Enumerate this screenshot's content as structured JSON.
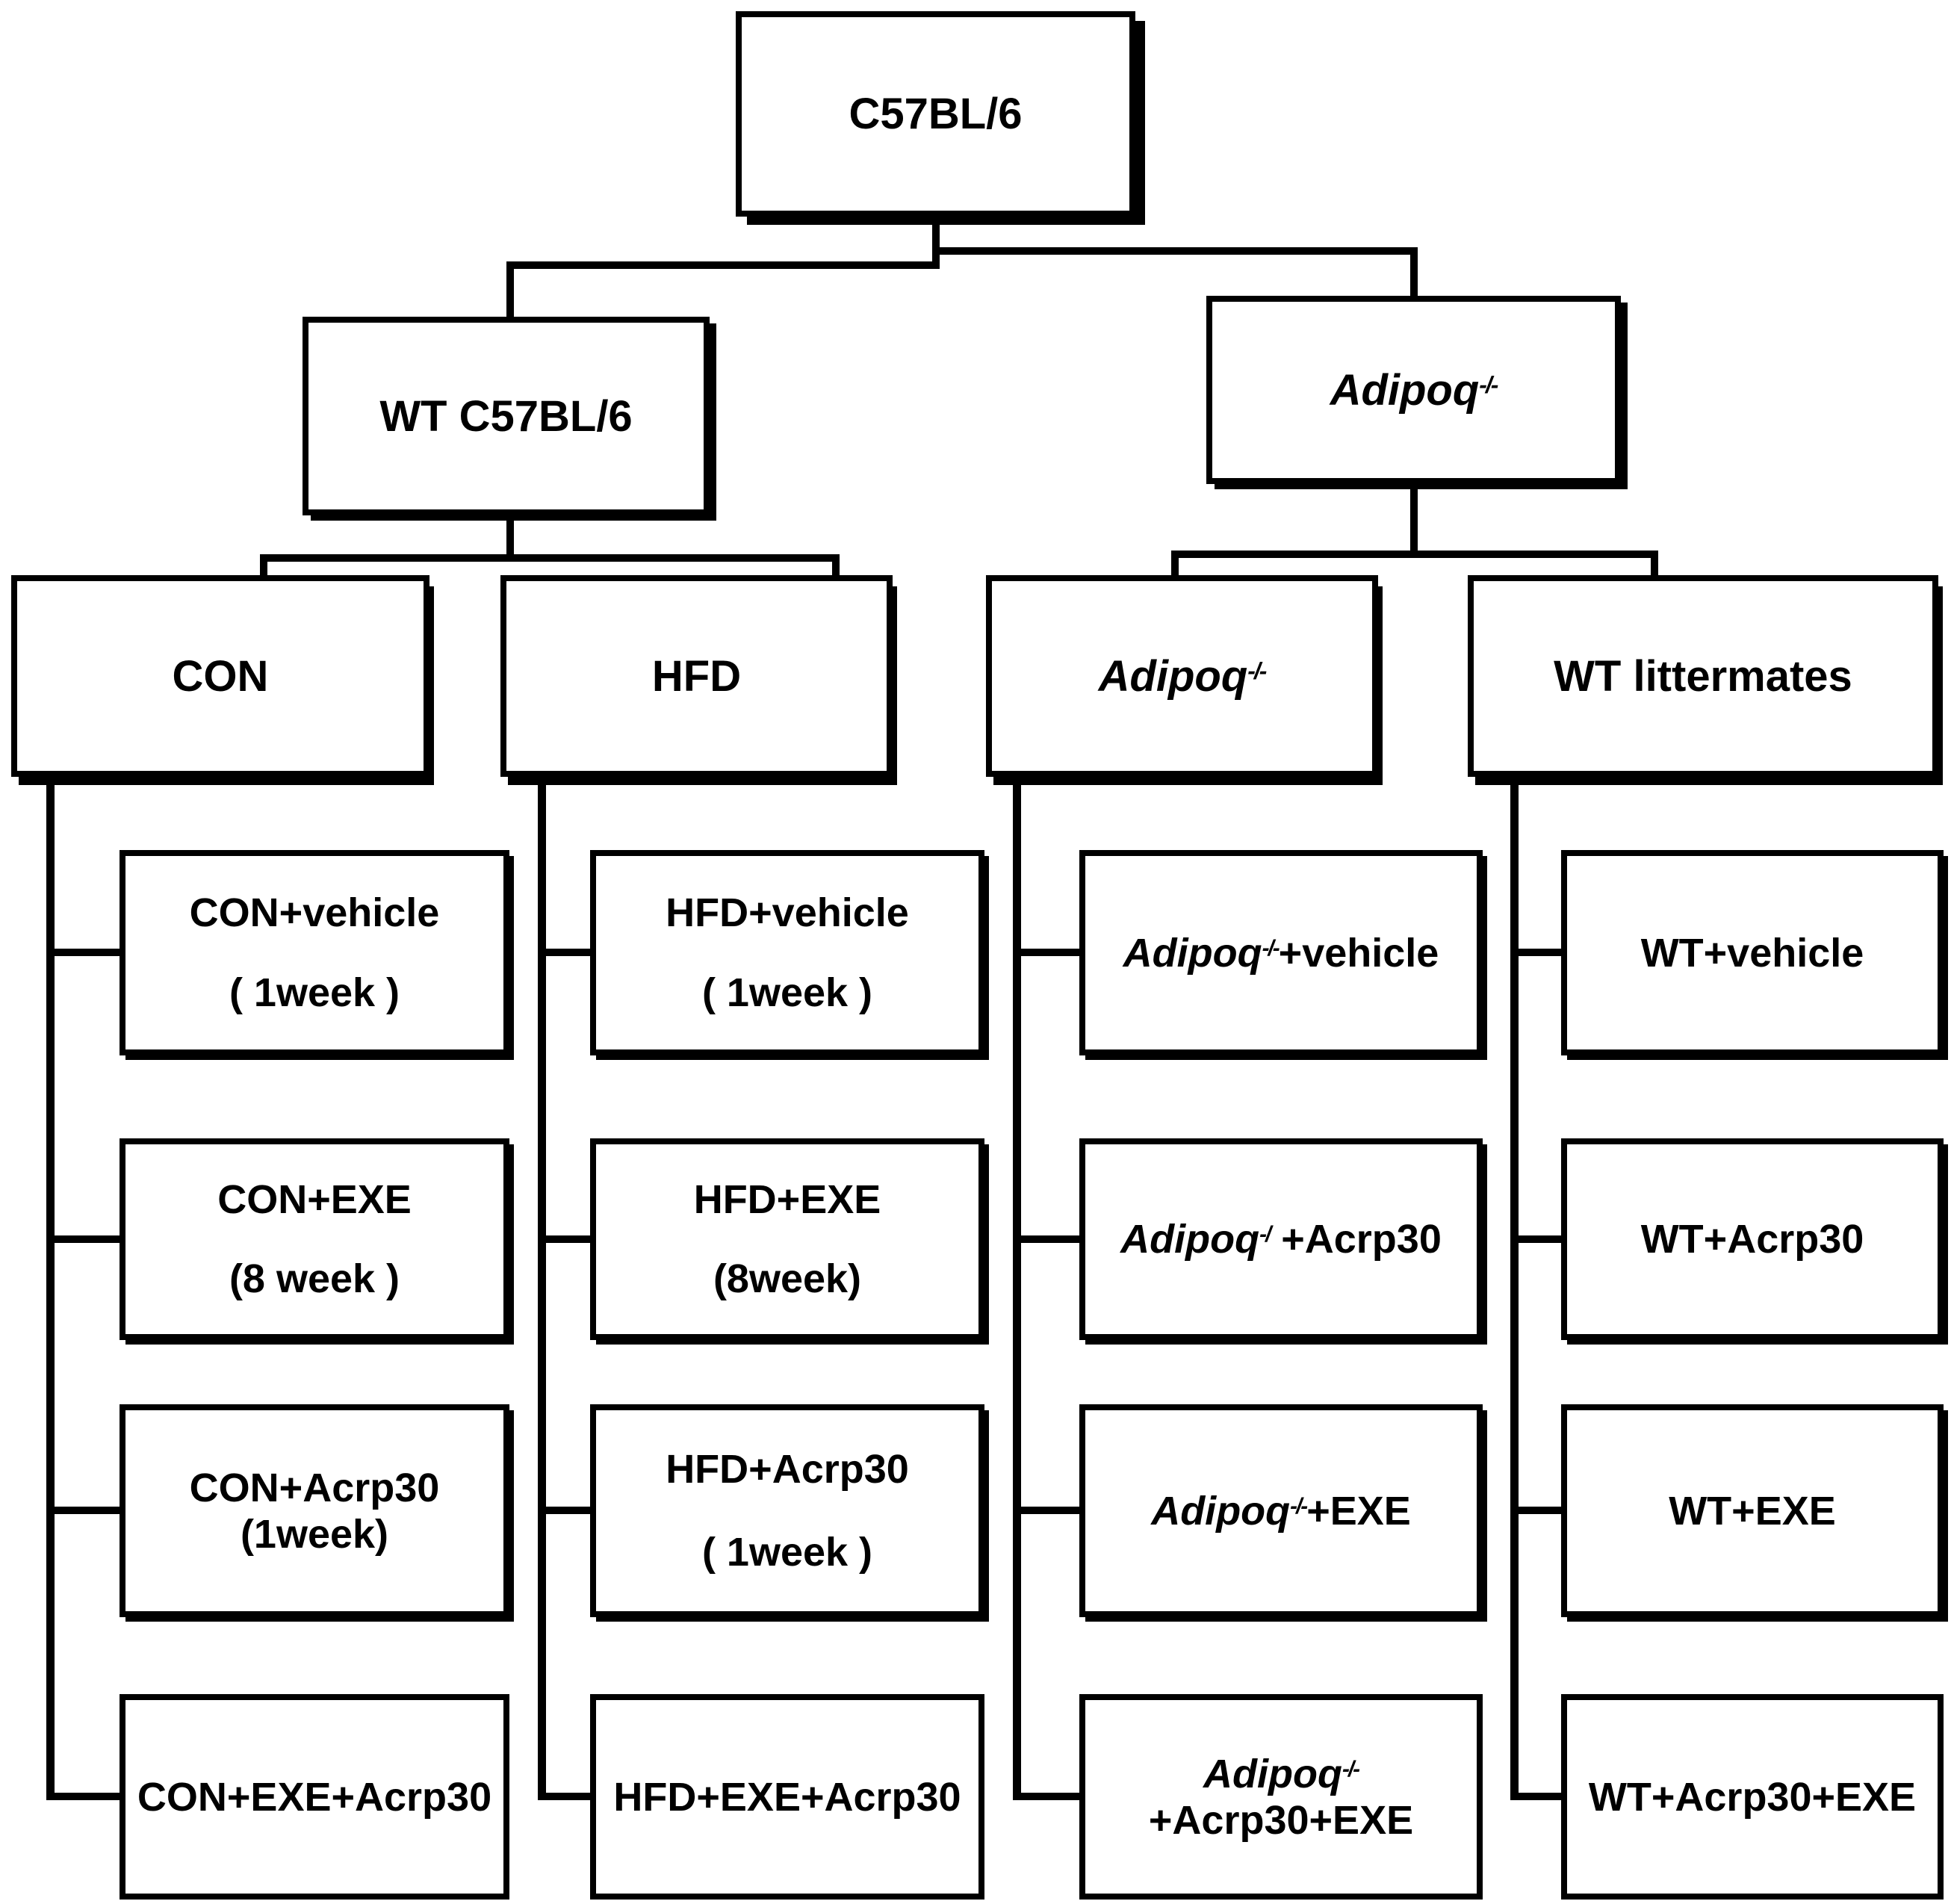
{
  "page": {
    "background": "#ffffff",
    "line_color": "#000000",
    "box_fill": "#ffffff",
    "box_border_color": "#000000",
    "text_color": "#000000"
  },
  "tree": {
    "root": {
      "lines": [
        [
          {
            "t": "C57BL/6"
          }
        ]
      ]
    },
    "level2": {
      "wt": {
        "lines": [
          [
            {
              "t": "WT C57BL/6"
            }
          ]
        ]
      },
      "ko": {
        "lines": [
          [
            {
              "t": "Adipoq",
              "i": true
            },
            {
              "t": "-/-",
              "i": true,
              "sup": true
            }
          ]
        ]
      }
    },
    "level3": {
      "con": {
        "lines": [
          [
            {
              "t": "CON"
            }
          ]
        ]
      },
      "hfd": {
        "lines": [
          [
            {
              "t": "HFD"
            }
          ]
        ]
      },
      "ko": {
        "lines": [
          [
            {
              "t": "Adipoq",
              "i": true
            },
            {
              "t": "-/-",
              "i": true,
              "sup": true
            }
          ]
        ]
      },
      "wt_littermates": {
        "lines": [
          [
            {
              "t": "WT littermates"
            }
          ]
        ]
      }
    },
    "leaves": {
      "con": [
        {
          "lines": [
            [
              {
                "t": "CON+vehicle"
              }
            ],
            [
              {
                "t": "( 1week )"
              }
            ]
          ]
        },
        {
          "lines": [
            [
              {
                "t": "CON+EXE"
              }
            ],
            [
              {
                "t": "(8 week )"
              }
            ]
          ]
        },
        {
          "lines": [
            [
              {
                "t": "CON+Acrp30"
              }
            ],
            [
              {
                "t": "(1week)"
              }
            ]
          ]
        },
        {
          "lines": [
            [
              {
                "t": "CON+EXE+Acrp30"
              }
            ]
          ]
        }
      ],
      "hfd": [
        {
          "lines": [
            [
              {
                "t": "HFD+vehicle"
              }
            ],
            [
              {
                "t": "( 1week )"
              }
            ]
          ]
        },
        {
          "lines": [
            [
              {
                "t": "HFD+EXE"
              }
            ],
            [
              {
                "t": "(8week)"
              }
            ]
          ]
        },
        {
          "lines": [
            [
              {
                "t": "HFD+Acrp30"
              }
            ],
            [
              {
                "t": "( 1week )"
              }
            ]
          ]
        },
        {
          "lines": [
            [
              {
                "t": "HFD+EXE+Acrp30"
              }
            ]
          ]
        }
      ],
      "ko": [
        {
          "lines": [
            [
              {
                "t": "Adipoq",
                "i": true
              },
              {
                "t": "-/-",
                "i": true,
                "sup": true
              },
              {
                "t": "+vehicle"
              }
            ]
          ]
        },
        {
          "lines": [
            [
              {
                "t": "Adipoq",
                "i": true
              },
              {
                "t": "-/",
                "i": true,
                "sup": true
              },
              {
                "t": " +Acrp30"
              }
            ]
          ]
        },
        {
          "lines": [
            [
              {
                "t": "Adipoq",
                "i": true
              },
              {
                "t": "-/-",
                "i": true,
                "sup": true
              },
              {
                "t": "+EXE"
              }
            ]
          ]
        },
        {
          "lines": [
            [
              {
                "t": "Adipoq",
                "i": true
              },
              {
                "t": "-/-",
                "i": true,
                "sup": true
              }
            ],
            [
              {
                "t": "+Acrp30+EXE"
              }
            ]
          ]
        }
      ],
      "wt": [
        {
          "lines": [
            [
              {
                "t": "WT+vehicle"
              }
            ]
          ]
        },
        {
          "lines": [
            [
              {
                "t": "WT+Acrp30"
              }
            ]
          ]
        },
        {
          "lines": [
            [
              {
                "t": "WT+EXE"
              }
            ]
          ]
        },
        {
          "lines": [
            [
              {
                "t": "WT+Acrp30+EXE"
              }
            ]
          ]
        }
      ]
    }
  }
}
